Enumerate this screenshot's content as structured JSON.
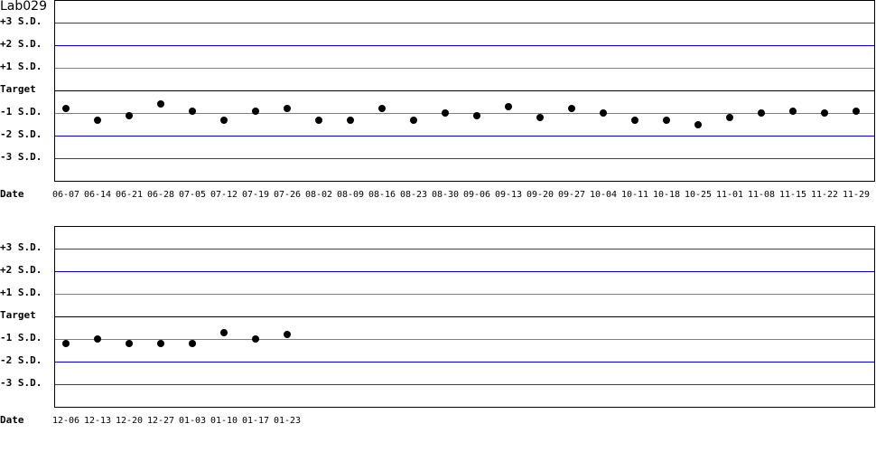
{
  "title": "Lab029",
  "colors": {
    "sd3": "#e00000",
    "sd2": "#0000c0",
    "sd1": "#808080",
    "target": "#000000",
    "point": "#000000"
  },
  "y_labels": [
    "+3 S.D.",
    "+2 S.D.",
    "+1 S.D.",
    "Target",
    "-1 S.D.",
    "-2 S.D.",
    "-3 S.D."
  ],
  "x_axis_label": "Date",
  "chart_data": [
    {
      "type": "scatter",
      "title": "Lab029",
      "xlabel": "Date",
      "ylabel": "S.D.",
      "ylim": [
        -4,
        4
      ],
      "y_ticks": [
        "+3 S.D.",
        "+2 S.D.",
        "+1 S.D.",
        "Target",
        "-1 S.D.",
        "-2 S.D.",
        "-3 S.D."
      ],
      "categories": [
        "06-07",
        "06-14",
        "06-21",
        "06-28",
        "07-05",
        "07-12",
        "07-19",
        "07-26",
        "08-02",
        "08-09",
        "08-16",
        "08-23",
        "08-30",
        "09-06",
        "09-13",
        "09-20",
        "09-27",
        "10-04",
        "10-11",
        "10-18",
        "10-25",
        "11-01",
        "11-08",
        "11-15",
        "11-22",
        "11-29"
      ],
      "values": [
        -0.8,
        -1.3,
        -1.1,
        -0.6,
        -0.9,
        -1.3,
        -0.9,
        -0.8,
        -1.3,
        -1.3,
        -0.8,
        -1.3,
        -1.0,
        -1.1,
        -0.7,
        -1.2,
        -0.8,
        -1.0,
        -1.3,
        -1.3,
        -1.5,
        -1.2,
        -1.0,
        -0.9,
        -1.0,
        -0.9
      ]
    },
    {
      "type": "scatter",
      "title": "",
      "xlabel": "Date",
      "ylabel": "S.D.",
      "ylim": [
        -4,
        4
      ],
      "y_ticks": [
        "+3 S.D.",
        "+2 S.D.",
        "+1 S.D.",
        "Target",
        "-1 S.D.",
        "-2 S.D.",
        "-3 S.D."
      ],
      "categories": [
        "12-06",
        "12-13",
        "12-20",
        "12-27",
        "01-03",
        "01-10",
        "01-17",
        "01-23"
      ],
      "values": [
        -1.2,
        -1.0,
        -1.2,
        -1.2,
        -1.2,
        -0.7,
        -1.0,
        -0.8
      ]
    }
  ]
}
